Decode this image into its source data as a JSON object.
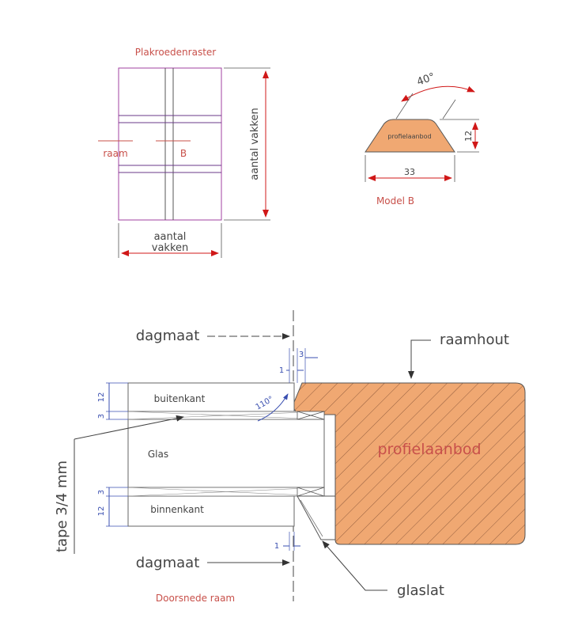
{
  "grid_view": {
    "title": "Plakroedenraster",
    "label_raam": "raam",
    "label_b": "B",
    "vertical_dimension": "aantal vakken",
    "horizontal_dimension_line1": "aantal",
    "horizontal_dimension_line2": "vakken"
  },
  "profile_view": {
    "profile_label": "profielaanbod",
    "angle": "40°",
    "height": "12",
    "width": "33",
    "model_label": "Model B"
  },
  "section_view": {
    "dagmaat_top": "dagmaat",
    "dagmaat_bottom": "dagmaat",
    "raamhout": "raamhout",
    "glaslat": "glaslat",
    "profile_label": "profielaanbod",
    "buitenkant": "buitenkant",
    "glas": "Glas",
    "binnenkant": "binnenkant",
    "tape": "tape 3/4 mm",
    "angle_110": "110°",
    "dim_1_top": "1",
    "dim_3_top": "3",
    "dim_12_top": "12",
    "dim_3_upper": "3",
    "dim_3_lower": "3",
    "dim_12_bottom": "12",
    "dim_1_bottom": "1",
    "caption": "Doorsnede raam"
  },
  "colors": {
    "wood_fill": "#f0a872",
    "drawing_red": "#c8504a",
    "dimension_blue": "#3a4fb0",
    "grid_magenta": "#a040a0",
    "line_dark": "#444444"
  }
}
